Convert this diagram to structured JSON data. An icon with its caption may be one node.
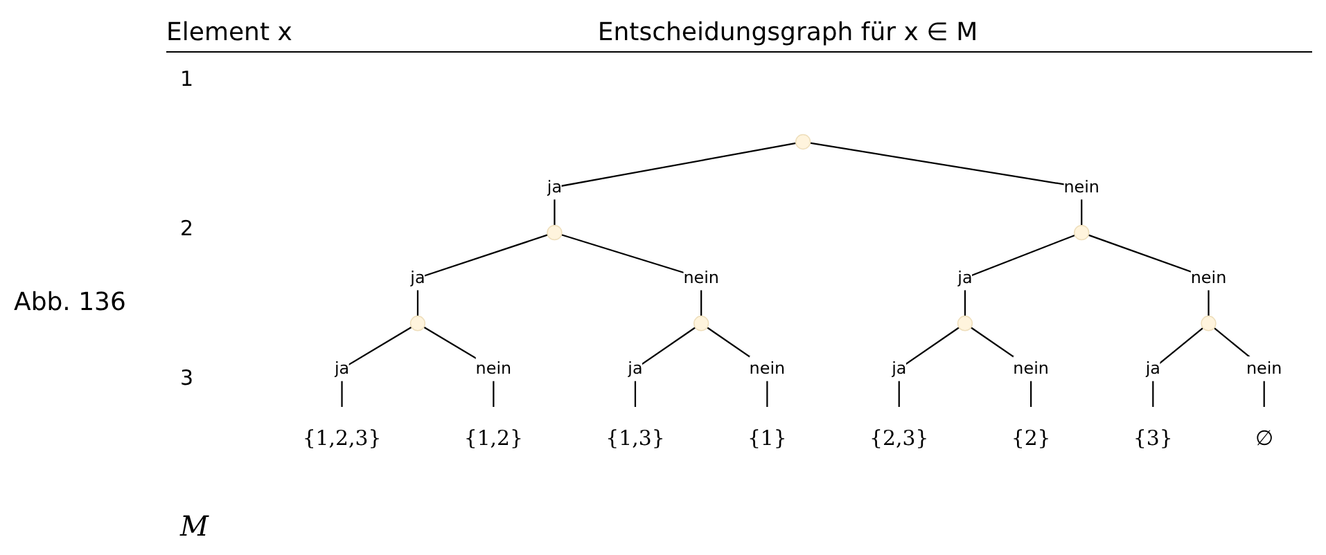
{
  "diagram": {
    "caption": "Abb. 136",
    "nodes": [
      {
        "text": [],
        "shape": "point"
      },
      {
        "text": [],
        "shape": "point"
      },
      {
        "text": [],
        "shape": "point"
      },
      {
        "text": [],
        "shape": "point"
      },
      {
        "text": [],
        "shape": "point"
      },
      {
        "text": [],
        "shape": "point"
      },
      {
        "text": [],
        "shape": "point"
      },
      {
        "text": [
          "{1,2,3}"
        ]
      },
      {
        "text": [
          "{1,2}"
        ]
      },
      {
        "text": [
          "{1,3}"
        ]
      },
      {
        "text": [
          "{1}"
        ]
      },
      {
        "text": [
          "{2,3}"
        ]
      },
      {
        "text": [
          "{2}"
        ]
      },
      {
        "text": [
          "{3}"
        ]
      },
      {
        "text": [
          "∅"
        ]
      }
    ],
    "edges": [
      {
        "from": 0,
        "to": 1,
        "arrow": "none",
        "label": "ja"
      },
      {
        "from": 0,
        "to": 2,
        "arrow": "none",
        "label": "nein"
      },
      {
        "from": 1,
        "to": 3,
        "arrow": "none",
        "label": "ja"
      },
      {
        "from": 1,
        "to": 4,
        "arrow": "none",
        "label": "nein"
      },
      {
        "from": 2,
        "to": 5,
        "arrow": "none",
        "label": "ja"
      },
      {
        "from": 2,
        "to": 6,
        "arrow": "none",
        "label": "nein"
      },
      {
        "from": 3,
        "to": 7,
        "arrow": "none",
        "label": "ja"
      },
      {
        "from": 3,
        "to": 8,
        "arrow": "none",
        "label": "nein"
      },
      {
        "from": 4,
        "to": 9,
        "arrow": "none",
        "label": "ja"
      },
      {
        "from": 4,
        "to": 10,
        "arrow": "none",
        "label": "nein"
      },
      {
        "from": 5,
        "to": 11,
        "arrow": "none",
        "label": "ja"
      },
      {
        "from": 5,
        "to": 12,
        "arrow": "none",
        "label": "nein"
      },
      {
        "from": 6,
        "to": 13,
        "arrow": "none",
        "label": "ja"
      },
      {
        "from": 6,
        "to": 14,
        "arrow": "none",
        "label": "nein"
      }
    ],
    "labels": [
      "Element x",
      "Entscheidungsgraph für x ∈ M",
      "1",
      "2",
      "3",
      "M"
    ]
  }
}
